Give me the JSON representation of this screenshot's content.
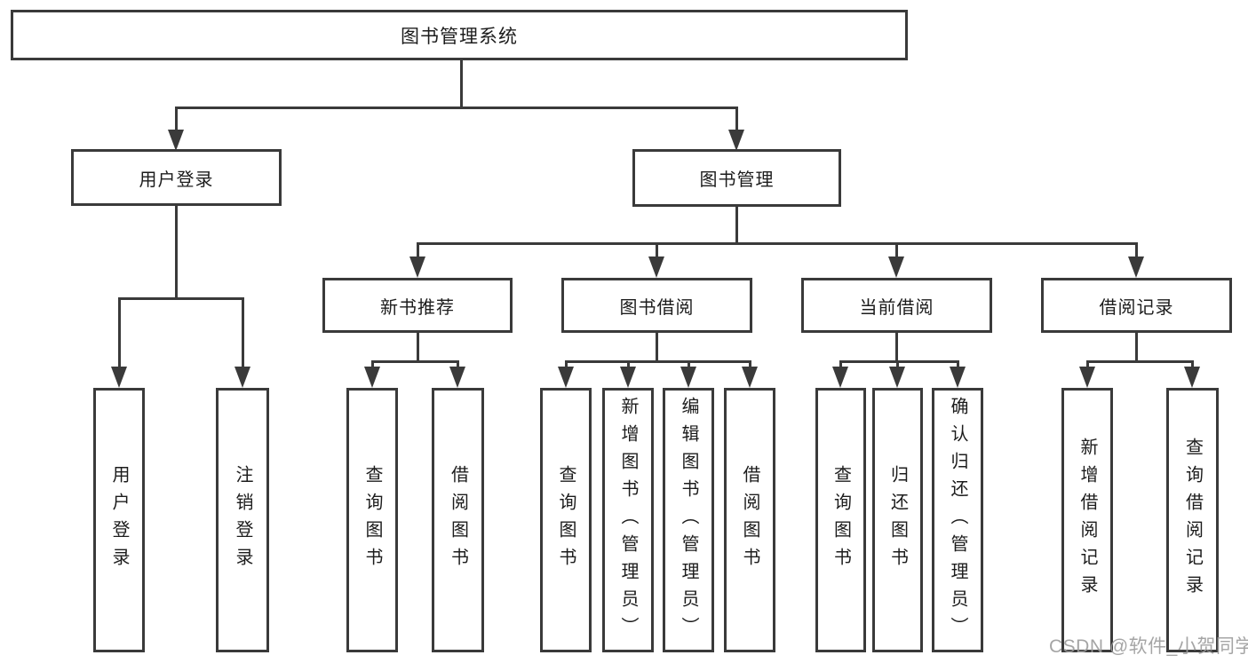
{
  "diagram_title": "图书管理系统",
  "nodes": {
    "root": "图书管理系统",
    "user_login": "用户登录",
    "book_mgmt": "图书管理",
    "new_book_rec": "新书推荐",
    "book_borrow": "图书借阅",
    "current_borrow": "当前借阅",
    "borrow_records": "借阅记录",
    "leaf_user_login": "用户登录",
    "leaf_logout": "注销登录",
    "leaf_nbr_query": "查询图书",
    "leaf_nbr_borrow": "借阅图书",
    "leaf_bb_query": "查询图书",
    "leaf_bb_add": "新增图书（管理员）",
    "leaf_bb_edit": "编辑图书（管理员）",
    "leaf_bb_borrow": "借阅图书",
    "leaf_cb_query": "查询图书",
    "leaf_cb_return": "归还图书",
    "leaf_cb_confirm": "确认归还（管理员）",
    "leaf_br_add": "新增借阅记录",
    "leaf_br_query": "查询借阅记录"
  },
  "hierarchy": {
    "图书管理系统": {
      "用户登录": [
        "用户登录",
        "注销登录"
      ],
      "图书管理": {
        "新书推荐": [
          "查询图书",
          "借阅图书"
        ],
        "图书借阅": [
          "查询图书",
          "新增图书（管理员）",
          "编辑图书（管理员）",
          "借阅图书"
        ],
        "当前借阅": [
          "查询图书",
          "归还图书",
          "确认归还（管理员）"
        ],
        "借阅记录": [
          "新增借阅记录",
          "查询借阅记录"
        ]
      }
    }
  },
  "watermark": "CSDN @软件_小贺同学",
  "colors": {
    "line": "#3a3a3a",
    "text": "#1c1c1c",
    "watermark": "#9c9c9c",
    "background": "#ffffff"
  }
}
